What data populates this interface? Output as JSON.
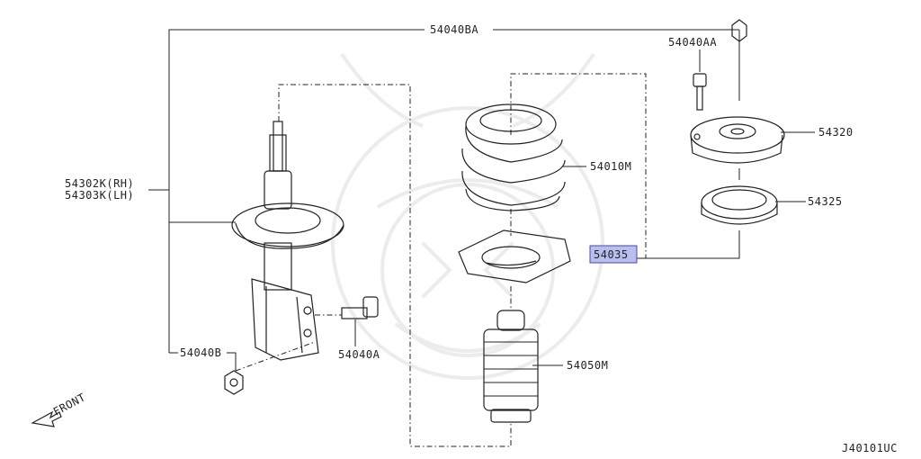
{
  "diagram": {
    "labels": {
      "bracket_bolt_top": "54040BA",
      "mount_bolt": "54040AA",
      "strut_mount": "54320",
      "bearing": "54325",
      "spring": "54010M",
      "spring_seat": "54035",
      "bump_boot": "54050M",
      "strut_rh": "54302K(RH)",
      "strut_lh": "54303K(LH)",
      "nut": "54040B",
      "bolt": "54040A",
      "front": "FRONT",
      "diagram_code": "J40101UC"
    },
    "highlight": {
      "part": "spring_seat",
      "fill": "#b8bef0",
      "stroke": "#4a4a9a"
    },
    "colors": {
      "line": "#222222",
      "watermark": "#ececec"
    }
  }
}
